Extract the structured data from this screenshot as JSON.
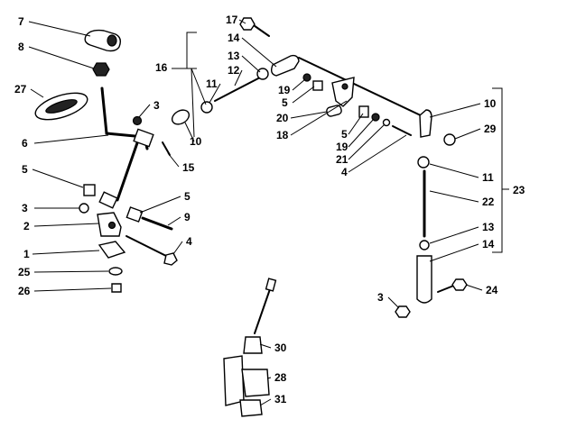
{
  "diagram": {
    "callouts": {
      "c7": "7",
      "c8": "8",
      "c27": "27",
      "c6": "6",
      "c3a": "3",
      "c16": "16",
      "c17": "17",
      "c14a": "14",
      "c13a": "13",
      "c12": "12",
      "c11a": "11",
      "c10a": "10",
      "c15": "15",
      "c19a": "19",
      "c5a": "5",
      "c20": "20",
      "c18": "18",
      "c5b": "5",
      "c19b": "19",
      "c21": "21",
      "c4a": "4",
      "c10b": "10",
      "c29": "29",
      "c11b": "11",
      "c22": "22",
      "c23": "23",
      "c13b": "13",
      "c14b": "14",
      "c24": "24",
      "c3c": "3",
      "c5c": "5",
      "c3b": "3",
      "c5d": "5",
      "c9": "9",
      "c2": "2",
      "c4b": "4",
      "c1": "1",
      "c25": "25",
      "c26": "26",
      "c30": "30",
      "c28": "28",
      "c31": "31"
    }
  }
}
